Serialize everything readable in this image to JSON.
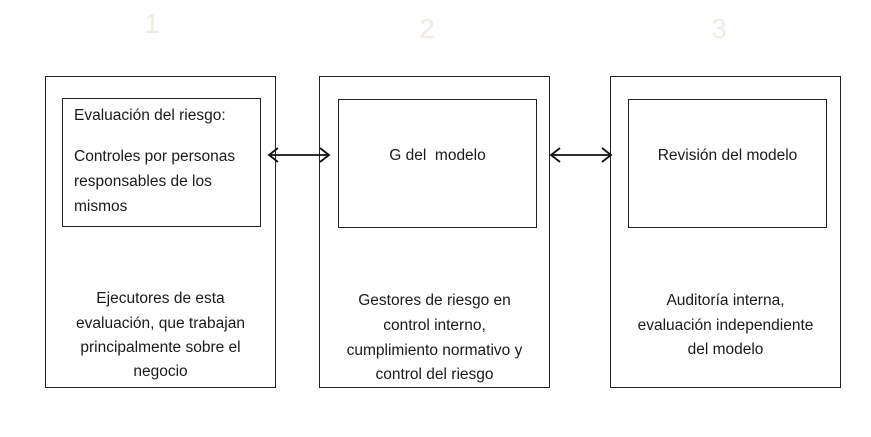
{
  "numbers": [
    "1",
    "2",
    "3"
  ],
  "columns": [
    {
      "inner_title": "Evaluación del riesgo:",
      "inner_lines": [
        "Controles por personas",
        "responsables de los",
        "mismos"
      ],
      "bottom_lines": [
        "Ejecutores de esta",
        "evaluación, que trabajan",
        "principalmente sobre el",
        "negocio"
      ]
    },
    {
      "inner_text": "G del  modelo",
      "bottom_lines": [
        "Gestores de riesgo en",
        "control interno,",
        "cumplimiento normativo y",
        "control del riesgo"
      ]
    },
    {
      "inner_text": "Revisión del modelo",
      "bottom_lines": [
        "Auditoría interna,",
        "evaluación independiente",
        "del modelo"
      ]
    }
  ]
}
